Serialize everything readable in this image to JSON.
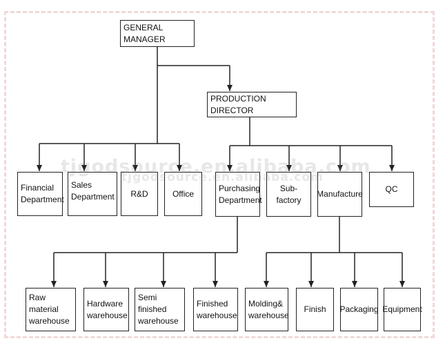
{
  "diagram": {
    "general_manager": "GENERAL MANAGER",
    "production_director": "PRODUCTION DIRECTOR",
    "financial": "Financial\nDepartment",
    "sales": "Sales\nDepartment",
    "rd": "R&D",
    "office": "Office",
    "purchasing": "Purchasing\nDepartment",
    "subfactory": "Sub-factory",
    "manufacture": "Manufacture",
    "qc": "QC",
    "raw_material": "Raw material\nwarehouse",
    "hardware": "Hardware\nwarehouse",
    "semi_finished": "Semi finished\nwarehouse",
    "finished": "Finished\nwarehouse",
    "molding": "Molding&\nwarehouse",
    "finish": "Finish",
    "packaging": "Packaging",
    "equipment": "Equipment"
  },
  "watermark": {
    "primary": "tjgodsource.en.alibaba.com",
    "secondary": "tjgodsource.en.alibaba.com"
  },
  "colors": {
    "line": "#222222",
    "frame": "#f1d8d8",
    "watermark": "#9a9a9a"
  }
}
